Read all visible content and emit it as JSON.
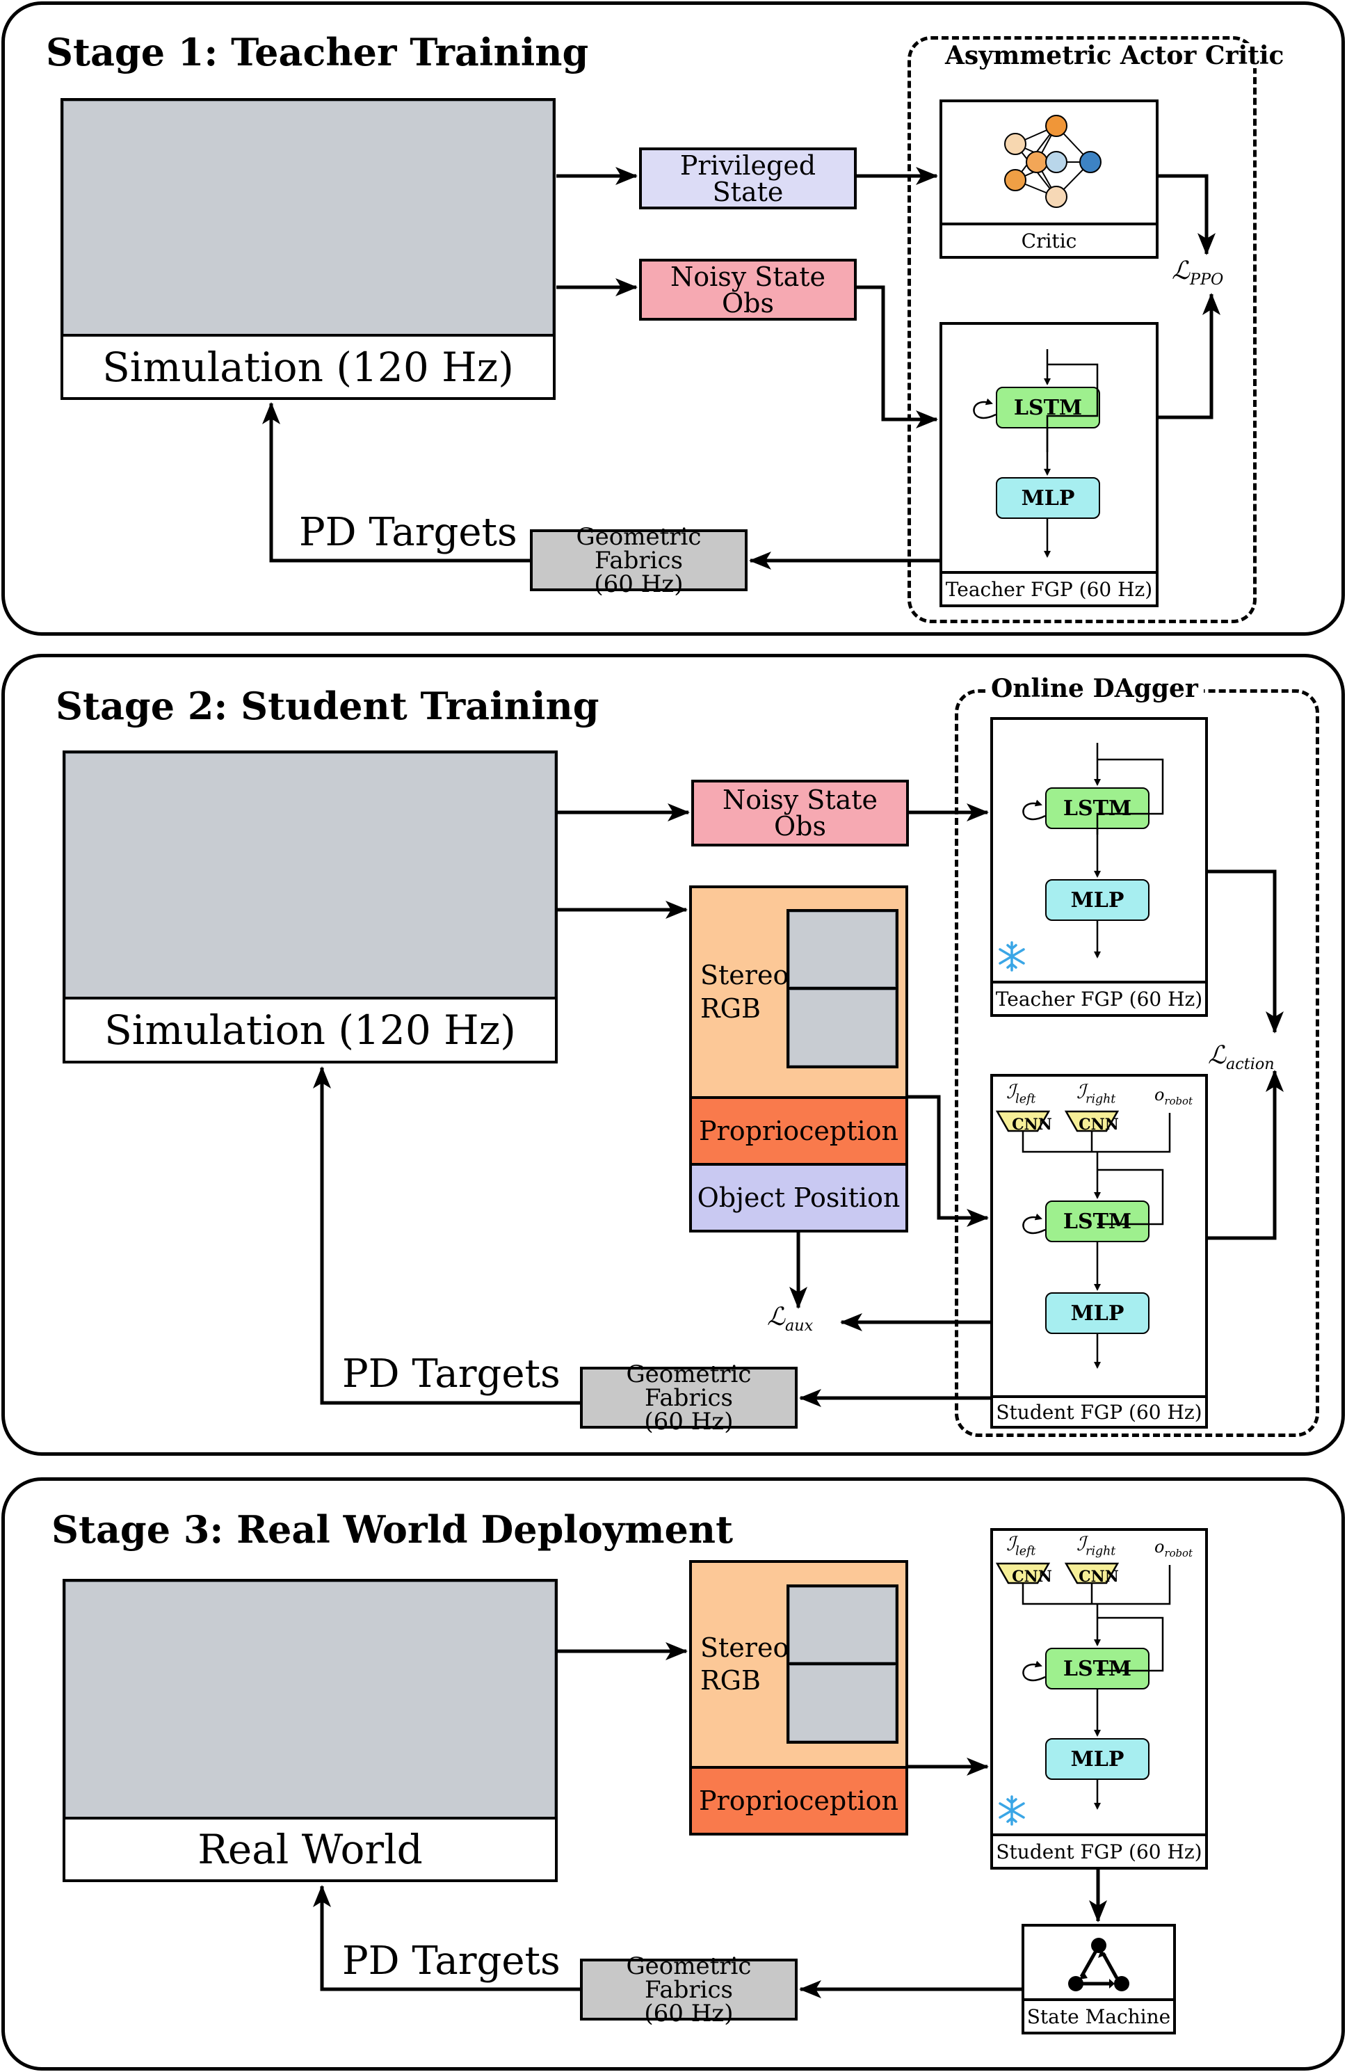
{
  "stage1": {
    "title": "Stage 1: Teacher Training",
    "sim_caption": "Simulation (120 Hz)",
    "privileged_state": "Privileged State",
    "noisy_state_obs": "Noisy State Obs",
    "asym_title": "Asymmetric Actor Critic",
    "critic_label": "Critic",
    "loss_ppo": "ℒPPO",
    "lstm": "LSTM",
    "mlp": "MLP",
    "teacher_fgp": "Teacher FGP (60 Hz)",
    "pd_targets": "PD Targets",
    "fabrics_line1": "Geometric Fabrics",
    "fabrics_line2": "(60 Hz)"
  },
  "stage2": {
    "title": "Stage 2: Student Training",
    "sim_caption": "Simulation (120 Hz)",
    "noisy_state_obs": "Noisy State Obs",
    "dagger_title": "Online DAgger",
    "stereo_rgb": "Stereo RGB",
    "proprioception": "Proprioception",
    "object_position": "Object Position",
    "teacher_fgp": "Teacher FGP (60 Hz)",
    "student_fgp": "Student FGP (60 Hz)",
    "lstm": "LSTM",
    "mlp": "MLP",
    "cnn": "CNN",
    "i_left": "ℐleft",
    "i_right": "ℐright",
    "o_robot": "orobot",
    "loss_action": "ℒaction",
    "loss_aux": "ℒaux",
    "pd_targets": "PD Targets",
    "fabrics_line1": "Geometric Fabrics",
    "fabrics_line2": "(60 Hz)"
  },
  "stage3": {
    "title": "Stage 3: Real World Deployment",
    "real_caption": "Real World",
    "stereo_rgb": "Stereo RGB",
    "proprioception": "Proprioception",
    "student_fgp": "Student FGP (60 Hz)",
    "lstm": "LSTM",
    "mlp": "MLP",
    "cnn": "CNN",
    "i_left": "ℐleft",
    "i_right": "ℐright",
    "o_robot": "orobot",
    "state_machine": "State Machine",
    "pd_targets": "PD Targets",
    "fabrics_line1": "Geometric Fabrics",
    "fabrics_line2": "(60 Hz)"
  },
  "colors": {
    "privileged": "#dcdcf6",
    "noisy": "#f6a9b2",
    "stereo": "#fcc897",
    "proprio": "#f97a4c",
    "objpos": "#c9c9f2",
    "fabrics": "#c8c8c8",
    "lstm": "#9ef08e",
    "mlp": "#a7eef0",
    "cnn": "#f6ef98",
    "snowflake": "#3aa6e6"
  },
  "icons": [
    "neural-network-icon",
    "loop-arrow-icon",
    "snowflake-icon",
    "state-machine-icon",
    "cnn-trapezoid-icon"
  ]
}
